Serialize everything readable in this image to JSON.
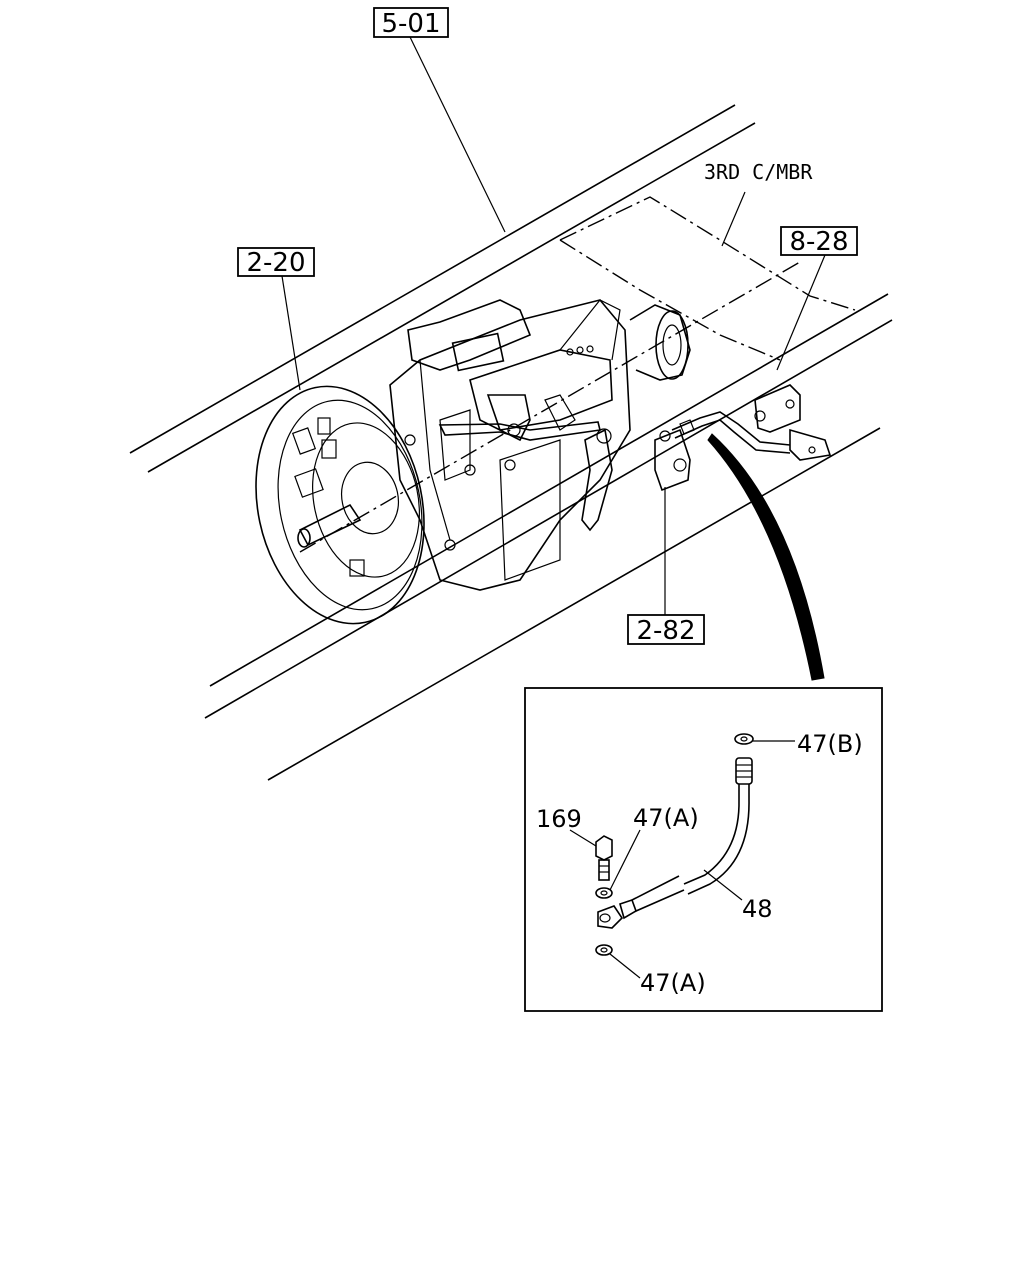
{
  "references": {
    "ref_5_01": "5-01",
    "ref_2_20": "2-20",
    "ref_8_28": "8-28",
    "ref_2_82": "2-82"
  },
  "labels": {
    "third_crossmember": "3RD C/MBR",
    "part_47b": "47(B)",
    "part_169": "169",
    "part_47a_top": "47(A)",
    "part_48": "48",
    "part_47a_bottom": "47(A)"
  }
}
